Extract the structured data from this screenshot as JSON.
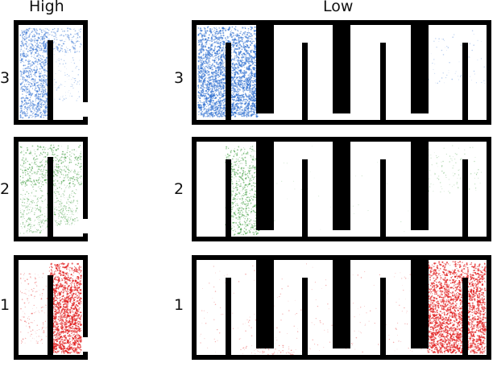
{
  "columns": {
    "high": "High",
    "low": "Low"
  },
  "rows": [
    {
      "label": "3",
      "color": "#2f6fd1"
    },
    {
      "label": "2",
      "color": "#3a9a3a"
    },
    {
      "label": "1",
      "color": "#e01818"
    }
  ],
  "colors": {
    "wall": "#000000",
    "background": "#ffffff"
  }
}
